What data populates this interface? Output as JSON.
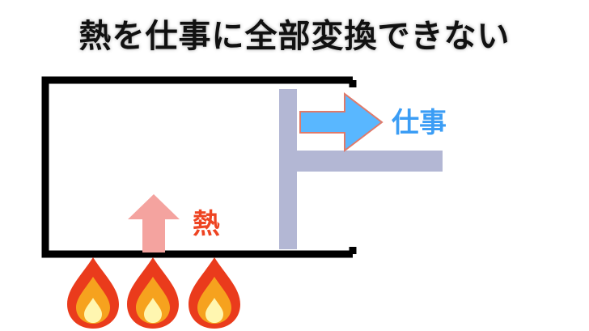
{
  "title": "熱を仕事に全部変換できない",
  "labels": {
    "work": "仕事",
    "heat": "熱"
  },
  "colors": {
    "container_stroke": "#000000",
    "piston": "#b3b7d4",
    "work_arrow_fill": "#59b7ff",
    "work_arrow_stroke": "#e07a6a",
    "work_text": "#3b9df5",
    "heat_arrow": "#f4a39f",
    "heat_text": "#ee4422",
    "flame_outer": "#ea3b1c",
    "flame_mid": "#f6a21e",
    "flame_inner": "#fff6b0"
  },
  "icons": [
    "flame-icon",
    "flame-icon",
    "flame-icon"
  ]
}
